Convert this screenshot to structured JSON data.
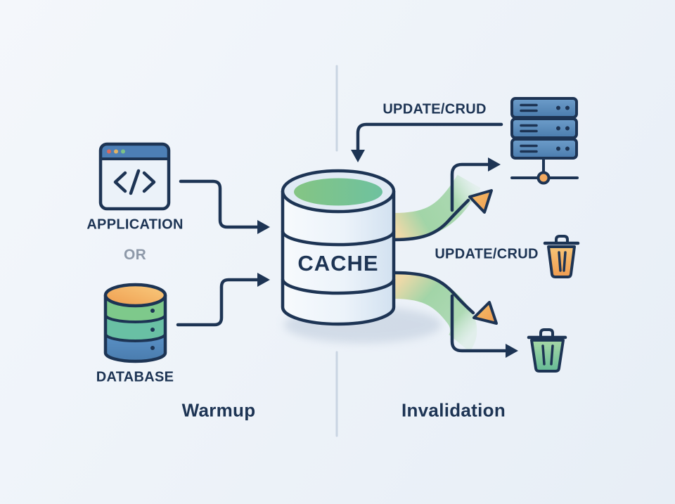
{
  "labels": {
    "application": "APPLICATION",
    "or": "OR",
    "database": "DATABASE",
    "cache": "CACHE",
    "update_crud_top": "UPDATE/CRUD",
    "update_crud_bottom": "UPDATE/CRUD",
    "warmup": "Warmup",
    "invalidation": "Invalidation"
  },
  "icons": {
    "application": "code-window-icon",
    "database": "database-cylinder-icon",
    "cache": "cache-cylinder-icon",
    "server": "server-rack-icon",
    "trash_upper": "trash-can-icon-orange",
    "trash_lower": "trash-can-icon-green",
    "flow_upper": "curved-flow-arrow-icon",
    "flow_lower": "curved-flow-arrow-icon"
  },
  "colors": {
    "outline_navy": "#1d3454",
    "muted_gray": "#8e99a9",
    "divider": "#c9d5e2",
    "green": "#7ec98b",
    "teal": "#69c0a4",
    "blue": "#5585ba",
    "orange": "#f2a95c",
    "background": "#eef3f9"
  }
}
